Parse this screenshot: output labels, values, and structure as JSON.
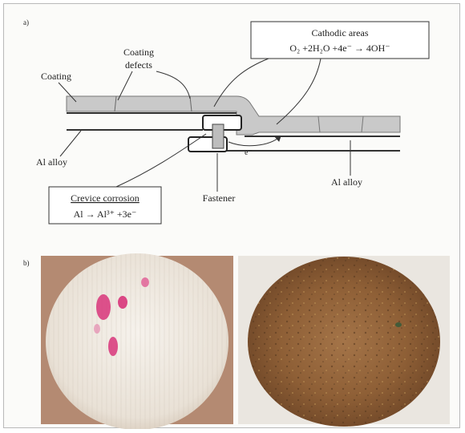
{
  "panel_a": {
    "label": "a)",
    "coating_label": "Coating",
    "coating_defects_label_1": "Coating",
    "coating_defects_label_2": "defects",
    "cathodic_title": "Cathodic areas",
    "cathodic_eq": "O₂ +2H₂O +4e⁻ → 4OH⁻",
    "al_alloy_left": "Al alloy",
    "al_alloy_right": "Al alloy",
    "crevice_title": "Crevice corrosion",
    "crevice_eq": "Al → Al³⁺ +3e⁻",
    "fastener_label": "Fastener",
    "electron_label": "e⁻"
  },
  "panel_b": {
    "label": "b)"
  },
  "colors": {
    "coating": "#c9c9c9",
    "metal_line": "#333333",
    "photo_bg_left": "#b48a72",
    "disc_left": "#efe9e2",
    "pink_spot": "#d8357a",
    "disc_right": "#9c6a3e"
  }
}
